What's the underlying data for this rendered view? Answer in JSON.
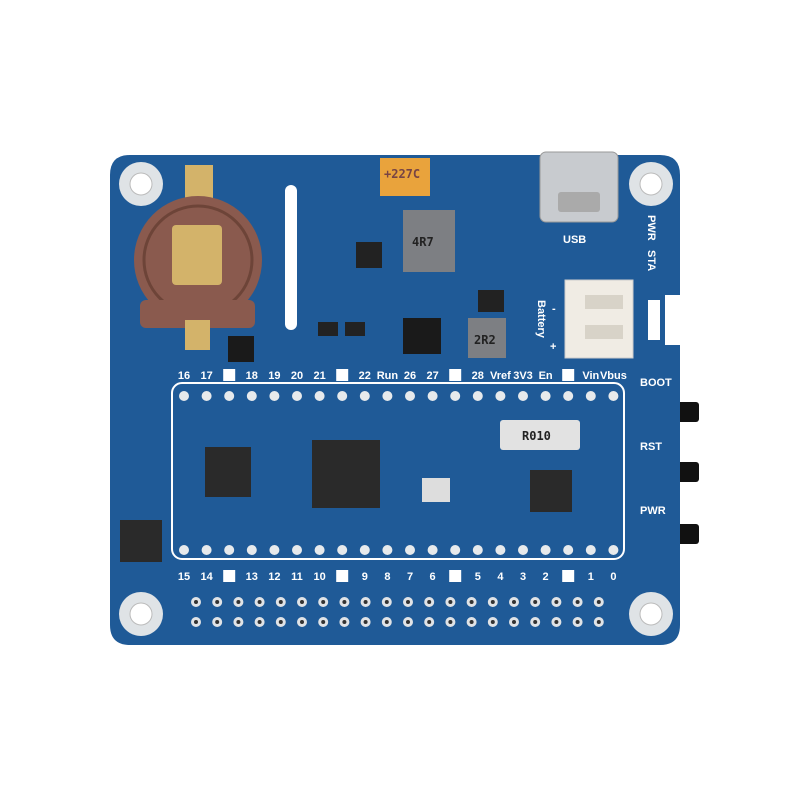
{
  "board": {
    "colors": {
      "pcb": "#1f5a97",
      "silk": "#ffffff",
      "pad": "#d9dde0",
      "coin_cell": "#8a5a4e",
      "gold": "#d3b36a"
    },
    "top_pin_labels": [
      "16",
      "17",
      "G",
      "18",
      "19",
      "20",
      "21",
      "G",
      "22",
      "Run",
      "26",
      "27",
      "G",
      "28",
      "Vref",
      "3V3",
      "En",
      "G",
      "Vin",
      "Vbus"
    ],
    "bottom_pin_labels": [
      "15",
      "14",
      "G",
      "13",
      "12",
      "11",
      "10",
      "G",
      "9",
      "8",
      "7",
      "6",
      "G",
      "5",
      "4",
      "3",
      "2",
      "G",
      "1",
      "0"
    ],
    "usb_label": "USB",
    "led_labels": [
      "PWR",
      "STA"
    ],
    "battery_label": "Battery",
    "battery_minus": "-",
    "battery_plus": "+",
    "buttons": [
      "BOOT",
      "RST",
      "PWR"
    ],
    "component_markings": {
      "inductor_large": "4R7",
      "inductor_small": "2R2",
      "shunt": "R010",
      "tantalum": "+227C"
    }
  }
}
